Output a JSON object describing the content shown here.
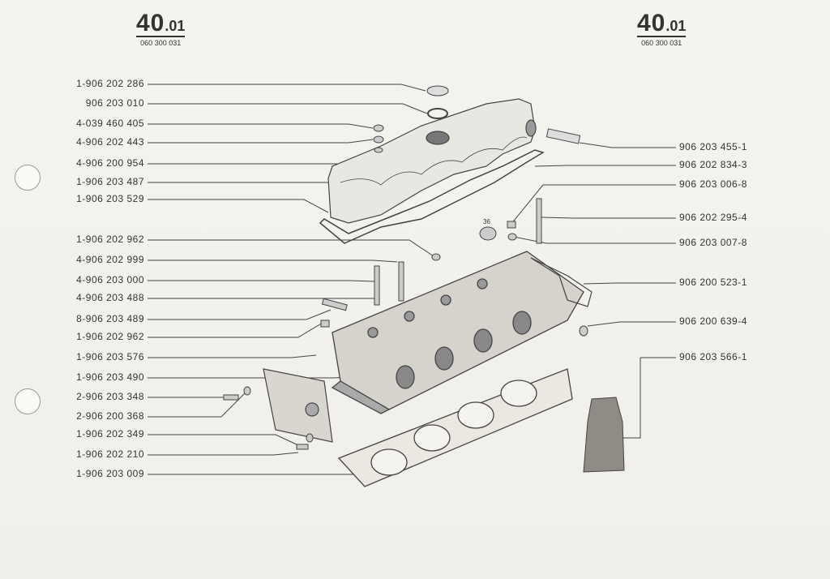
{
  "header_left": {
    "section": "40",
    "subsection": ".01",
    "code": "060 300 031"
  },
  "header_right": {
    "section": "40",
    "subsection": ".01",
    "code": "060 300 031"
  },
  "left_labels": [
    "1-906 202 286",
    "906 203 010",
    "4-039 460 405",
    "4-906 202 443",
    "4-906 200 954",
    "1-906 203 487",
    "1-906 203 529",
    "1-906 202 962",
    "4-906 202 999",
    "4-906 203 000",
    "4-906 203 488",
    "8-906 203 489",
    "1-906 202 962",
    "1-906 203 576",
    "1-906 203 490",
    "2-906 203 348",
    "2-906 200 368",
    "1-906 202 349",
    "1-906 202 210",
    "1-906 203 009"
  ],
  "right_labels": [
    "906 203 455-1",
    "906 202 834-3",
    "906 203 006-8",
    "906 202 295-4",
    "906 203 007-8",
    "906 200 523-1",
    "906 200 639-4",
    "906 203 566-1"
  ],
  "dimension": "36"
}
